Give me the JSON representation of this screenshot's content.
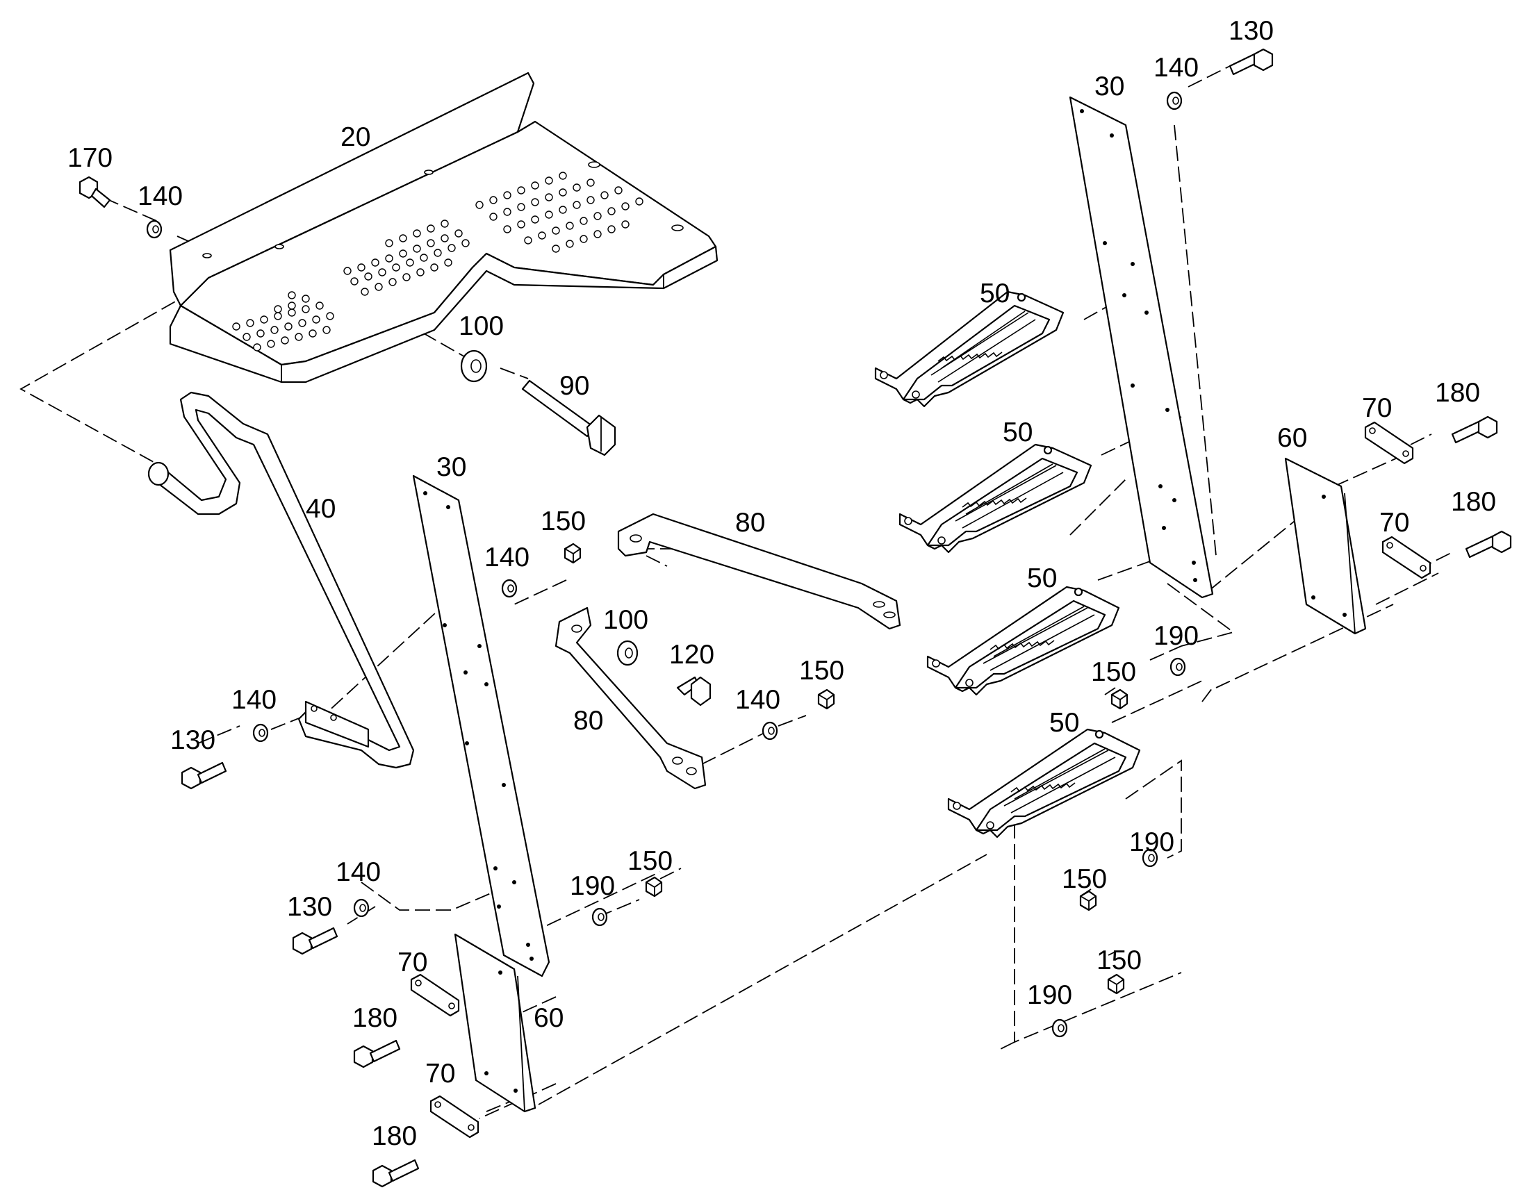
{
  "diagram": {
    "type": "exploded parts diagram",
    "callouts": {
      "c20": "20",
      "c170": "170",
      "c140_topleft": "140",
      "c100_top": "100",
      "c90": "90",
      "c40": "40",
      "c30_left": "30",
      "c140_left_mid": "140",
      "c130_left_mid": "130",
      "c140_left_low": "140",
      "c130_left_low": "130",
      "c150_a": "150",
      "c140_a": "140",
      "c80_top": "80",
      "c100_mid": "100",
      "c120": "120",
      "c80_mid": "80",
      "c140_b": "140",
      "c150_b": "150",
      "c190_a": "190",
      "c150_c": "150",
      "c70_left_a": "70",
      "c180_left_a": "180",
      "c60_left": "60",
      "c70_left_b": "70",
      "c180_left_b": "180",
      "c130_right": "130",
      "c140_right": "140",
      "c30_right": "30",
      "c50_a": "50",
      "c50_b": "50",
      "c50_c": "50",
      "c50_d": "50",
      "c60_right": "60",
      "c70_right_a": "70",
      "c180_right_a": "180",
      "c70_right_b": "70",
      "c180_right_b": "180",
      "c190_b": "190",
      "c150_d": "150",
      "c190_c": "190",
      "c150_e": "150",
      "c190_d": "190",
      "c150_f": "150"
    }
  }
}
